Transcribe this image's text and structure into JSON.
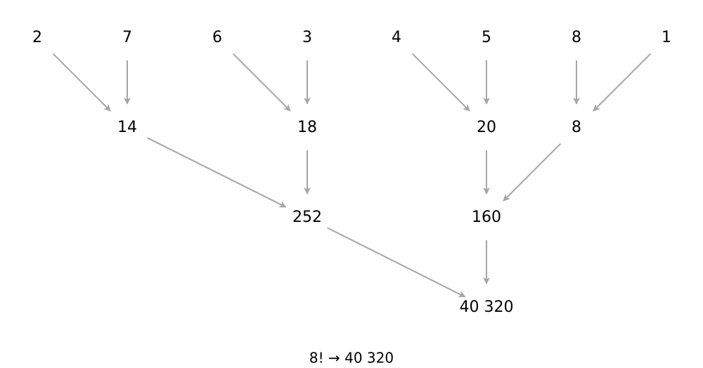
{
  "diagram": {
    "nodes": {
      "leaf_1": "2",
      "leaf_2": "7",
      "leaf_3": "6",
      "leaf_4": "3",
      "leaf_5": "4",
      "leaf_6": "5",
      "leaf_7": "8",
      "leaf_8": "1",
      "mid_1": "14",
      "mid_2": "18",
      "mid_3": "20",
      "mid_4": "8",
      "upper_1": "252",
      "upper_2": "160",
      "root": "40 320"
    },
    "edges": [
      [
        "leaf_1",
        "mid_1"
      ],
      [
        "leaf_2",
        "mid_1"
      ],
      [
        "leaf_3",
        "mid_2"
      ],
      [
        "leaf_4",
        "mid_2"
      ],
      [
        "leaf_5",
        "mid_3"
      ],
      [
        "leaf_6",
        "mid_3"
      ],
      [
        "leaf_7",
        "mid_4"
      ],
      [
        "leaf_8",
        "mid_4"
      ],
      [
        "mid_1",
        "upper_1"
      ],
      [
        "mid_2",
        "upper_1"
      ],
      [
        "mid_3",
        "upper_2"
      ],
      [
        "mid_4",
        "upper_2"
      ],
      [
        "upper_1",
        "root"
      ],
      [
        "upper_2",
        "root"
      ]
    ],
    "edge_color": "#a6a6a6",
    "caption": "8! → 40 320"
  }
}
